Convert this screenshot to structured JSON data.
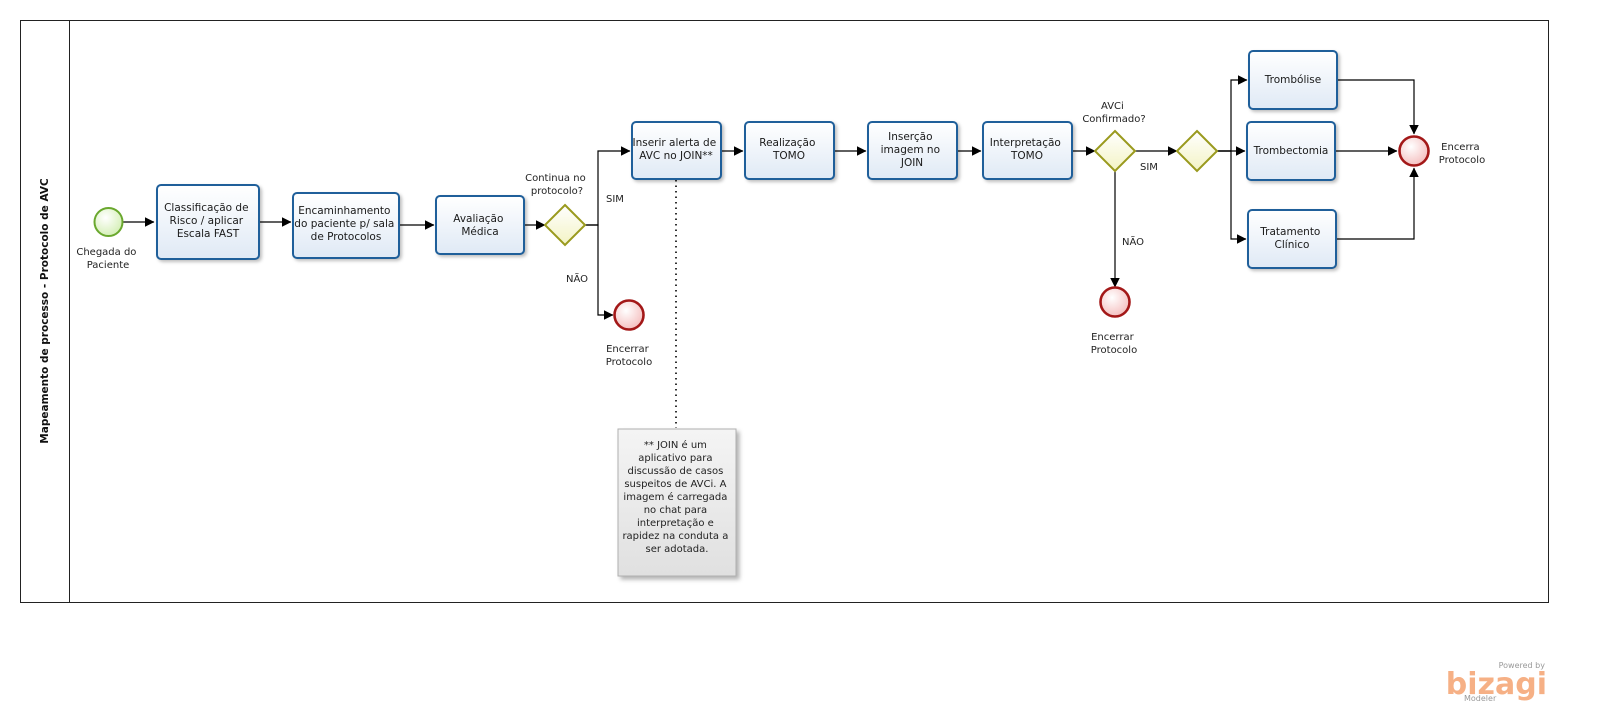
{
  "pool": {
    "title": "Mapeamento de processo - Protocolo de AVC"
  },
  "colors": {
    "task_stroke": "#1f5f9a",
    "gateway_stroke": "#9a9a1e",
    "start_stroke": "#6aa82e",
    "end_stroke": "#a31818",
    "watermark": "#f6b085"
  },
  "events": {
    "start": [
      "Chegada do",
      "Paciente"
    ],
    "end_nao1": [
      "Encerrar",
      "Protocolo"
    ],
    "end_nao2": [
      "Encerrar",
      "Protocolo"
    ],
    "end_final": [
      "Encerra",
      "Protocolo"
    ]
  },
  "tasks": {
    "classificacao": [
      "Classificação de",
      "Risco / aplicar",
      "Escala FAST"
    ],
    "encaminhamento": [
      "Encaminhamento",
      "do paciente p/ sala",
      "de Protocolos"
    ],
    "avaliacao": [
      "Avaliação",
      "Médica"
    ],
    "inserir_alerta": [
      "Inserir alerta de",
      "AVC no JOIN**"
    ],
    "realizacao": [
      "Realização",
      "TOMO"
    ],
    "insercao": [
      "Inserção",
      "imagem no",
      "JOIN"
    ],
    "interpretacao": [
      "Interpretação",
      "TOMO"
    ],
    "trombolise": [
      "Trombólise"
    ],
    "trombectomia": [
      "Trombectomia"
    ],
    "tratamento": [
      "Tratamento",
      "Clínico"
    ]
  },
  "gateways": {
    "continua": [
      "Continua no",
      "protocolo?"
    ],
    "avci": [
      "AVCi",
      "Confirmado?"
    ]
  },
  "flow_labels": {
    "sim1": "SIM",
    "nao1": "NÃO",
    "sim2": "SIM",
    "nao2": "NÃO"
  },
  "annotation": [
    "** JOIN é um",
    "aplicativo para",
    "discussão de casos",
    "suspeitos de AVCi.  A",
    "imagem é carregada",
    "no chat para",
    "interpretação e",
    "rapidez na conduta a",
    "ser adotada."
  ],
  "watermark": {
    "powered": "Powered by",
    "brand": "bizagi",
    "product": "Modeler"
  }
}
